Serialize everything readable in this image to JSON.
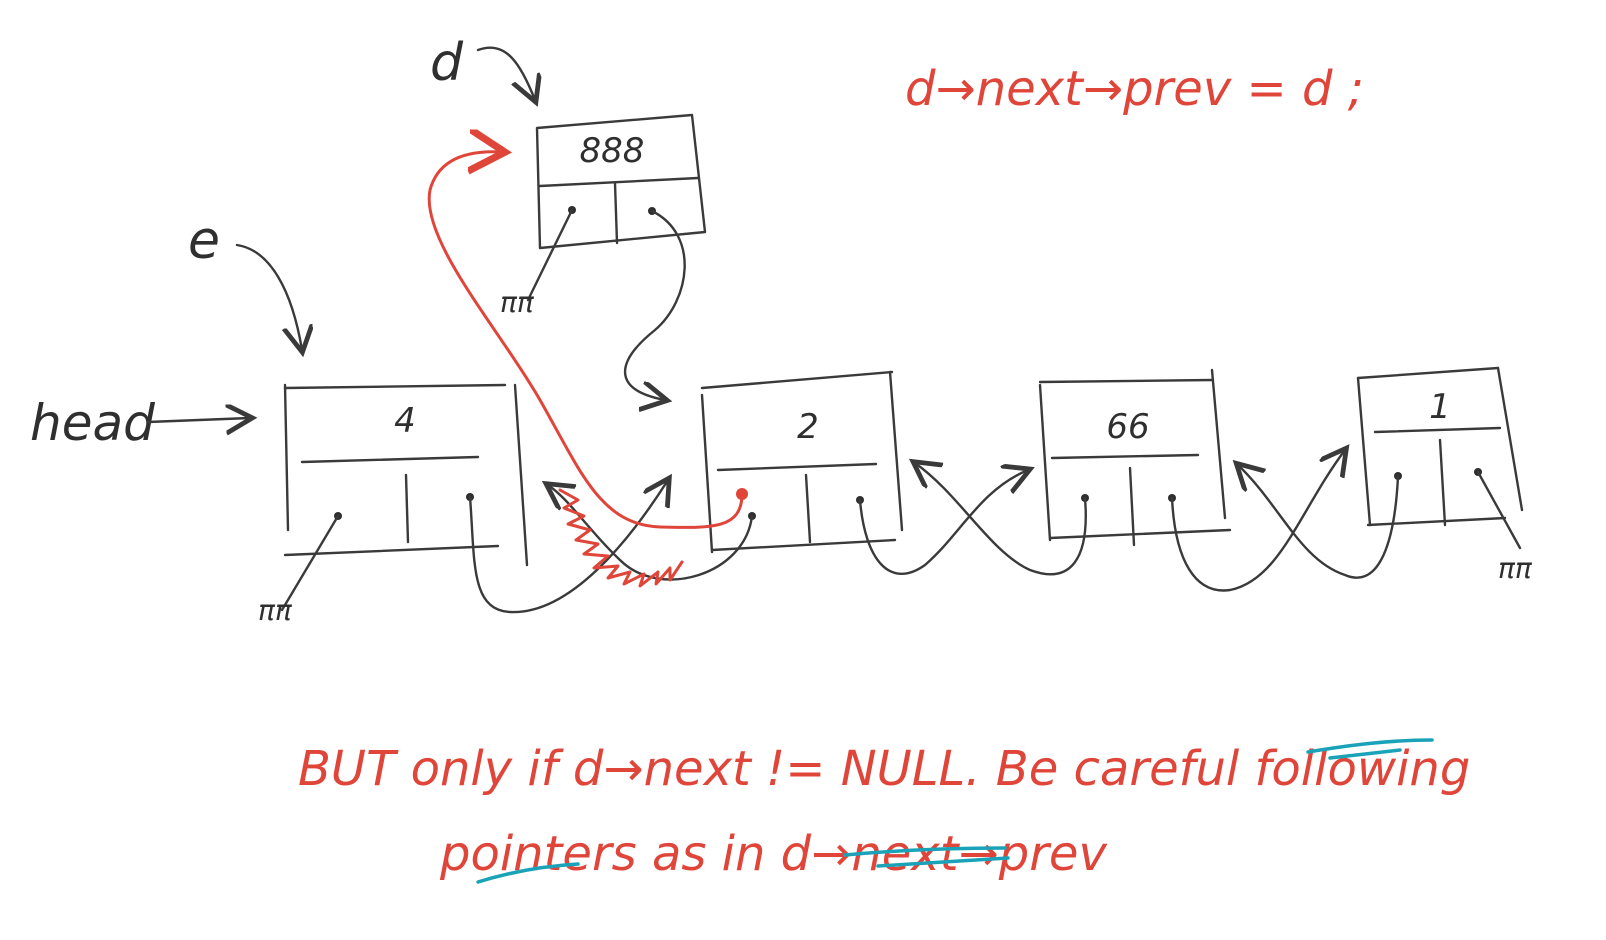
{
  "labels": {
    "head": "head",
    "e": "e",
    "d": "d",
    "ground": "ππ"
  },
  "code": "d→next→prev = d ;",
  "nodes": {
    "d_node": "888",
    "n1": "4",
    "n2": "2",
    "n3": "66",
    "n4": "1"
  },
  "note": {
    "line1": "BUT only if d→next != NULL. Be careful following",
    "line2": "pointers as in d→next→prev"
  },
  "colors": {
    "ink": "#3a3a3a",
    "red": "#e0453a",
    "teal": "#1aa3b8"
  }
}
